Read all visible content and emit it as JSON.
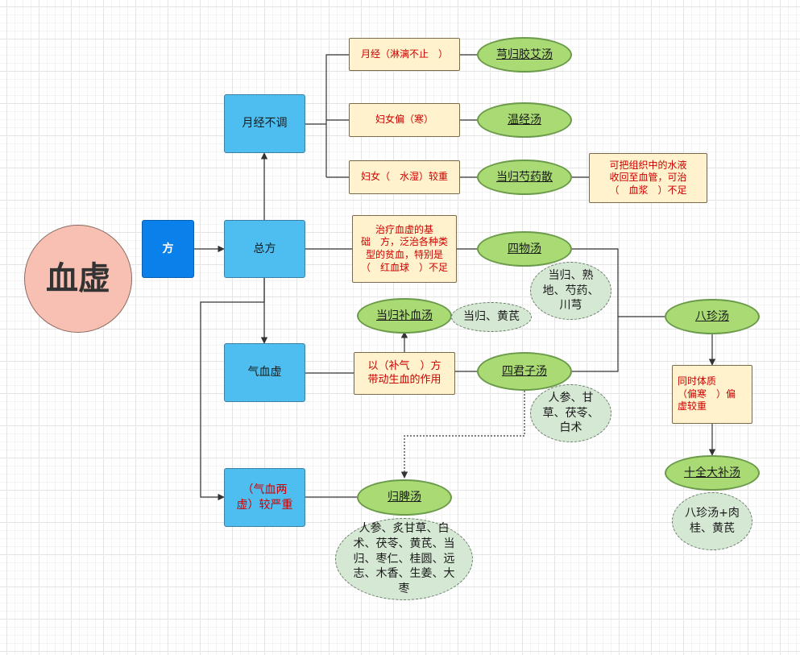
{
  "title": "血虚",
  "nodes": {
    "fang": "方",
    "zongfang": "总方",
    "yuejing": "月经不调",
    "qixuexu": "气血虚",
    "liangxu": "（气血两\n虚）较严重",
    "note_yuejing": "月经（淋漓不止　）",
    "note_funu_pian": "妇女偏（寒）",
    "note_funu_shui": "妇女（　水湿）较重",
    "note_water": "可把组织中的水液\n收回至血管，可治\n（　血浆　）不足",
    "note_zhiliao": "治疗血虚的基\n础　方，泛治各种类\n型的贫血，特别是\n（　红血球　）不足",
    "note_buqi": "以（补气　）方\n带动生血的作用",
    "note_tongshi": "同时体质\n（偏寒　）偏\n虚较重",
    "xionggui": "芎归胶艾汤",
    "wenjing": "温经汤",
    "danggui_shaoyao": "当归芍药散",
    "siwu": "四物汤",
    "danggui_buxue": "当归补血汤",
    "sijunzi": "四君子汤",
    "guipi": "归脾汤",
    "bazhen": "八珍汤",
    "shiquan": "十全大补汤",
    "herb_siwu": "当归、熟\n地、芍药、\n川芎",
    "herb_buxue": "当归、黄芪",
    "herb_sijunzi": "人参、甘\n草、茯苓、\n白术",
    "herb_guipi": "人参、炙甘草、白\n术、茯苓、黄芪、当\n归、枣仁、桂圆、远\n志、木香、生姜、大\n枣",
    "herb_shiquan": "八珍汤+肉\n桂、黄芪"
  },
  "colors": {
    "edge": "#333333",
    "box_blue": "#4ebdf0",
    "box_blue_dark": "#0a80ea",
    "note_fill": "#fff2cc",
    "note_text": "#cc0000",
    "remedy_fill": "#a9da74",
    "herb_fill": "#d5e8d4",
    "main_fill": "#f8c0b3"
  }
}
